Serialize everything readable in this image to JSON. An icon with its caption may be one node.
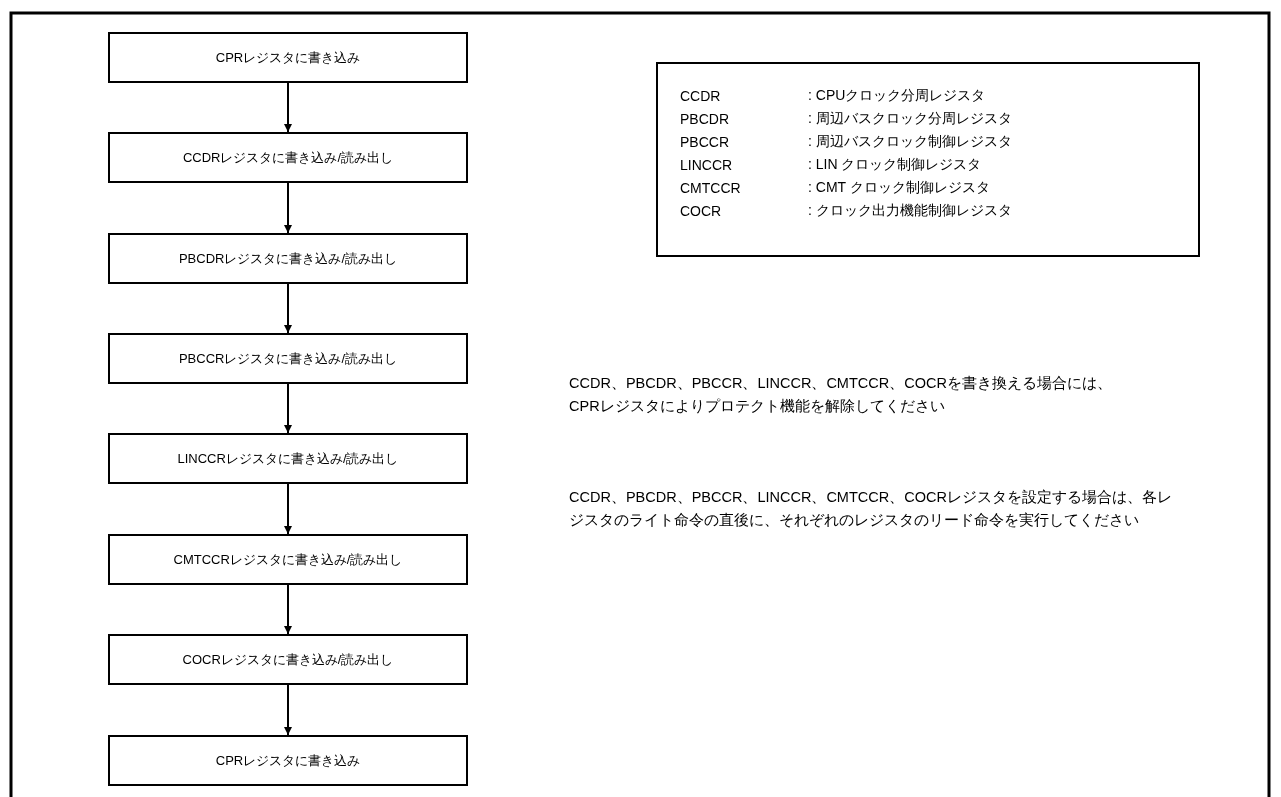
{
  "diagram": {
    "nodes": [
      {
        "text": [
          "CPRレジスタに書き込み"
        ]
      },
      {
        "text": [
          "CCDRレジスタに書き込み/読み出し"
        ]
      },
      {
        "text": [
          "PBCDRレジスタに書き込み/読み出し"
        ]
      },
      {
        "text": [
          "PBCCRレジスタに書き込み/読み出し"
        ]
      },
      {
        "text": [
          "LINCCRレジスタに書き込み/読み出し"
        ]
      },
      {
        "text": [
          "CMTCCRレジスタに書き込み/読み出し"
        ]
      },
      {
        "text": [
          "COCRレジスタに書き込み/読み出し"
        ]
      },
      {
        "text": [
          "CPRレジスタに書き込み"
        ]
      },
      {
        "text": [
          "CCDR",
          ": CPUクロック分周レジスタ",
          "PBCDR",
          ": 周辺バスクロック分周レジスタ",
          "PBCCR",
          ": 周辺バスクロック制御レジスタ",
          "LINCCR",
          ": LIN クロック制御レジスタ",
          "CMTCCR",
          ": CMT クロック制御レジスタ",
          "COCR",
          ": クロック出力機能制御レジスタ"
        ]
      }
    ],
    "edges": [
      {
        "from": 0,
        "to": 1,
        "arrow": "to"
      },
      {
        "from": 1,
        "to": 2,
        "arrow": "to"
      },
      {
        "from": 2,
        "to": 3,
        "arrow": "to"
      },
      {
        "from": 3,
        "to": 4,
        "arrow": "to"
      },
      {
        "from": 4,
        "to": 5,
        "arrow": "to"
      },
      {
        "from": 5,
        "to": 6,
        "arrow": "to"
      },
      {
        "from": 6,
        "to": 7,
        "arrow": "to"
      }
    ],
    "labels": [
      "CCDR、PBCDR、PBCCR、LINCCR、CMTCCR、COCRを書き換える場合には、CPRレジスタによりプロテクト機能を解除してください",
      "CCDR、PBCDR、PBCCR、LINCCR、CMTCCR、COCRレジスタを設定する場合は、各レジスタのライト命令の直後に、それぞれのレジスタのリード命令を実行してください"
    ]
  }
}
